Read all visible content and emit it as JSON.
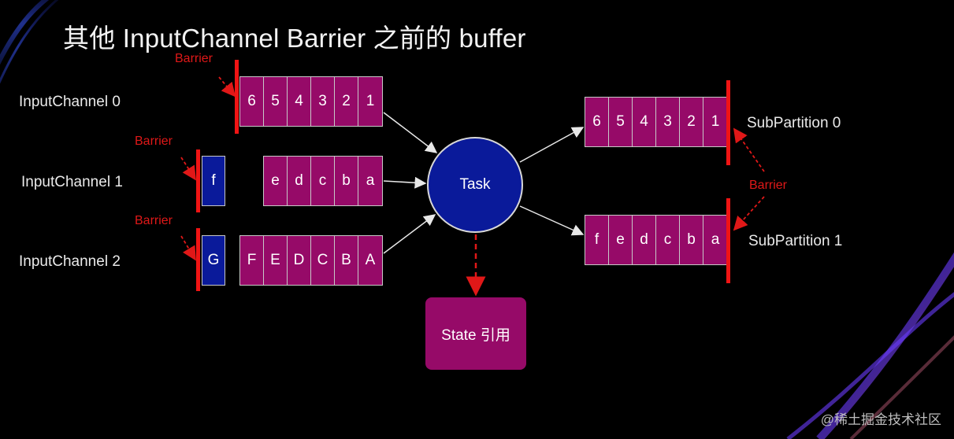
{
  "title": "其他 InputChannel Barrier 之前的 buffer",
  "barrier_label": "Barrier",
  "task_label": "Task",
  "state_label": "State 引用",
  "watermark": "@稀土掘金技术社区",
  "inputs": [
    {
      "label": "InputChannel 0",
      "buffer": [
        "6",
        "5",
        "4",
        "3",
        "2",
        "1"
      ],
      "blocked": []
    },
    {
      "label": "InputChannel 1",
      "buffer": [
        "e",
        "d",
        "c",
        "b",
        "a"
      ],
      "blocked": [
        "f"
      ]
    },
    {
      "label": "InputChannel 2",
      "buffer": [
        "F",
        "E",
        "D",
        "C",
        "B",
        "A"
      ],
      "blocked": [
        "G"
      ]
    }
  ],
  "outputs": [
    {
      "label": "SubPartition 0",
      "buffer": [
        "6",
        "5",
        "4",
        "3",
        "2",
        "1"
      ]
    },
    {
      "label": "SubPartition 1",
      "buffer": [
        "f",
        "e",
        "d",
        "c",
        "b",
        "a"
      ]
    }
  ],
  "colors": {
    "record_fill": "#960a68",
    "blocked_fill": "#0a1a9a",
    "task_fill": "#0a1a9a",
    "barrier": "#f01414"
  }
}
